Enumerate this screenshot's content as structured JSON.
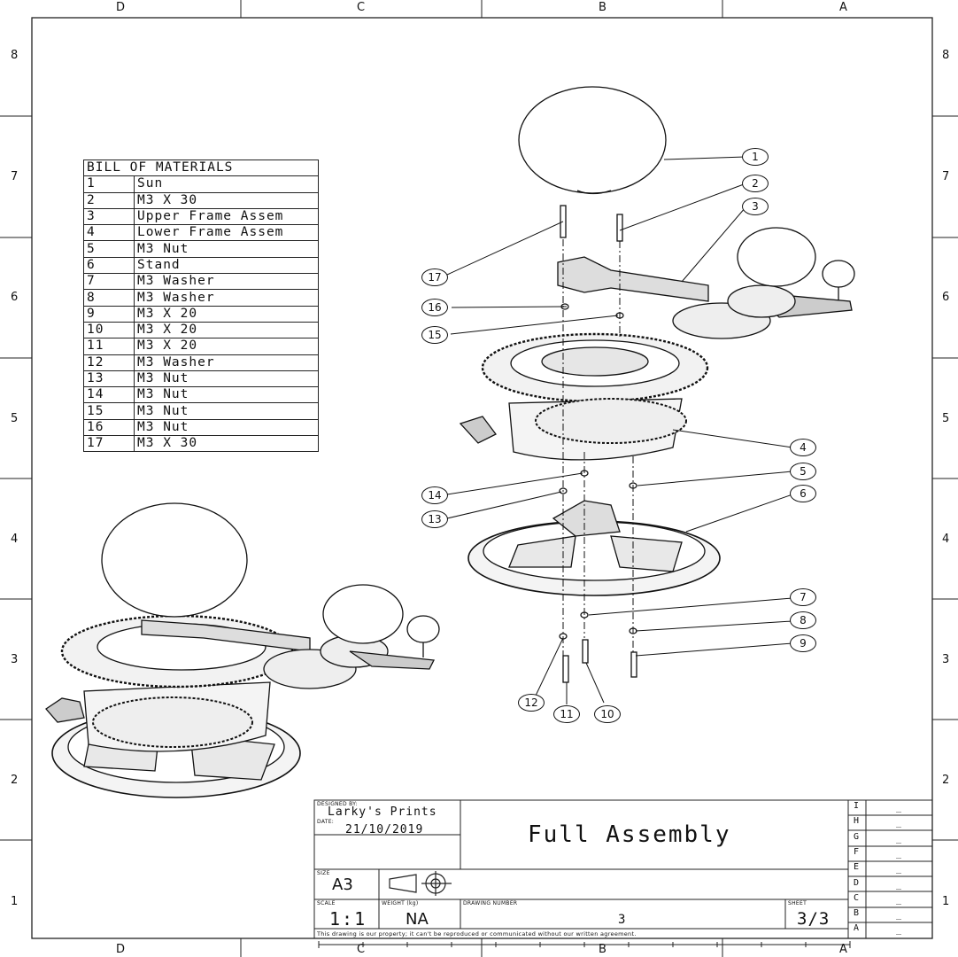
{
  "zones": {
    "columns": [
      "D",
      "C",
      "B",
      "A"
    ],
    "rows": [
      "8",
      "7",
      "6",
      "5",
      "4",
      "3",
      "2",
      "1"
    ]
  },
  "bom": {
    "title": "BILL OF MATERIALS",
    "items": [
      {
        "num": "1",
        "desc": "Sun"
      },
      {
        "num": "2",
        "desc": "M3 X 30"
      },
      {
        "num": "3",
        "desc": "Upper Frame Assem"
      },
      {
        "num": "4",
        "desc": "Lower Frame Assem"
      },
      {
        "num": "5",
        "desc": "M3 Nut"
      },
      {
        "num": "6",
        "desc": "Stand"
      },
      {
        "num": "7",
        "desc": "M3 Washer"
      },
      {
        "num": "8",
        "desc": "M3 Washer"
      },
      {
        "num": "9",
        "desc": "M3 X 20"
      },
      {
        "num": "10",
        "desc": "M3 X 20"
      },
      {
        "num": "11",
        "desc": "M3 X 20"
      },
      {
        "num": "12",
        "desc": "M3 Washer"
      },
      {
        "num": "13",
        "desc": "M3 Nut"
      },
      {
        "num": "14",
        "desc": "M3 Nut"
      },
      {
        "num": "15",
        "desc": "M3 Nut"
      },
      {
        "num": "16",
        "desc": "M3 Nut"
      },
      {
        "num": "17",
        "desc": "M3 X 30"
      }
    ]
  },
  "balloons": [
    "1",
    "2",
    "3",
    "17",
    "16",
    "15",
    "4",
    "5",
    "6",
    "14",
    "13",
    "7",
    "8",
    "9",
    "12",
    "11",
    "10"
  ],
  "title_block": {
    "designed_by_label": "DESIGNED BY:",
    "designed_by": "Larky's Prints",
    "date_label": "DATE:",
    "date": "21/10/2019",
    "title": "Full Assembly",
    "size_label": "SIZE",
    "size": "A3",
    "scale_label": "SCALE",
    "scale": "1:1",
    "weight_label": "WEIGHT (kg)",
    "weight": "NA",
    "drawing_number_label": "DRAWING NUMBER",
    "drawing_number": "3",
    "sheet_label": "SHEET",
    "sheet": "3/3",
    "notice": "This drawing is our property; it can't be reproduced or communicated without our written agreement.",
    "revisions": [
      {
        "letter": "I",
        "value": "_"
      },
      {
        "letter": "H",
        "value": "_"
      },
      {
        "letter": "G",
        "value": "_"
      },
      {
        "letter": "F",
        "value": "_"
      },
      {
        "letter": "E",
        "value": "_"
      },
      {
        "letter": "D",
        "value": "_"
      },
      {
        "letter": "C",
        "value": "_"
      },
      {
        "letter": "B",
        "value": "_"
      },
      {
        "letter": "A",
        "value": "_"
      }
    ]
  }
}
